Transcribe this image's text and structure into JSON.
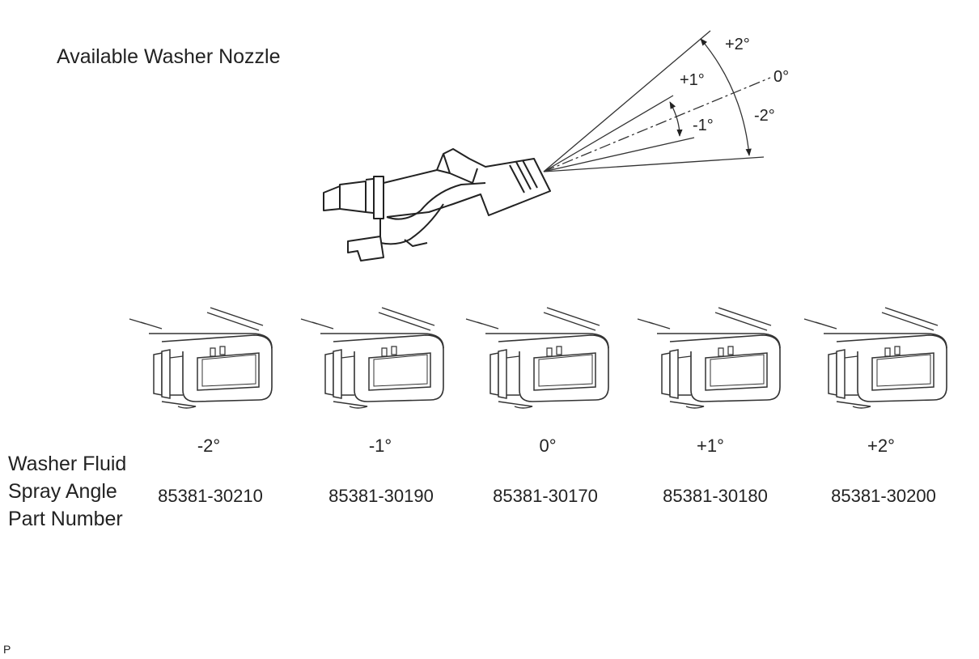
{
  "title": "Available Washer Nozzle",
  "spray_angle_labels": [
    "+2°",
    "+1°",
    "0°",
    "-1°",
    "-2°"
  ],
  "row_label": [
    "Washer Fluid",
    "Spray Angle",
    "Part Number"
  ],
  "nozzles": [
    {
      "angle": "-2°",
      "part_number": "85381-30210"
    },
    {
      "angle": "-1°",
      "part_number": "85381-30190"
    },
    {
      "angle": "0°",
      "part_number": "85381-30170"
    },
    {
      "angle": "+1°",
      "part_number": "85381-30180"
    },
    {
      "angle": "+2°",
      "part_number": "85381-30200"
    }
  ],
  "corner_mark": "P"
}
